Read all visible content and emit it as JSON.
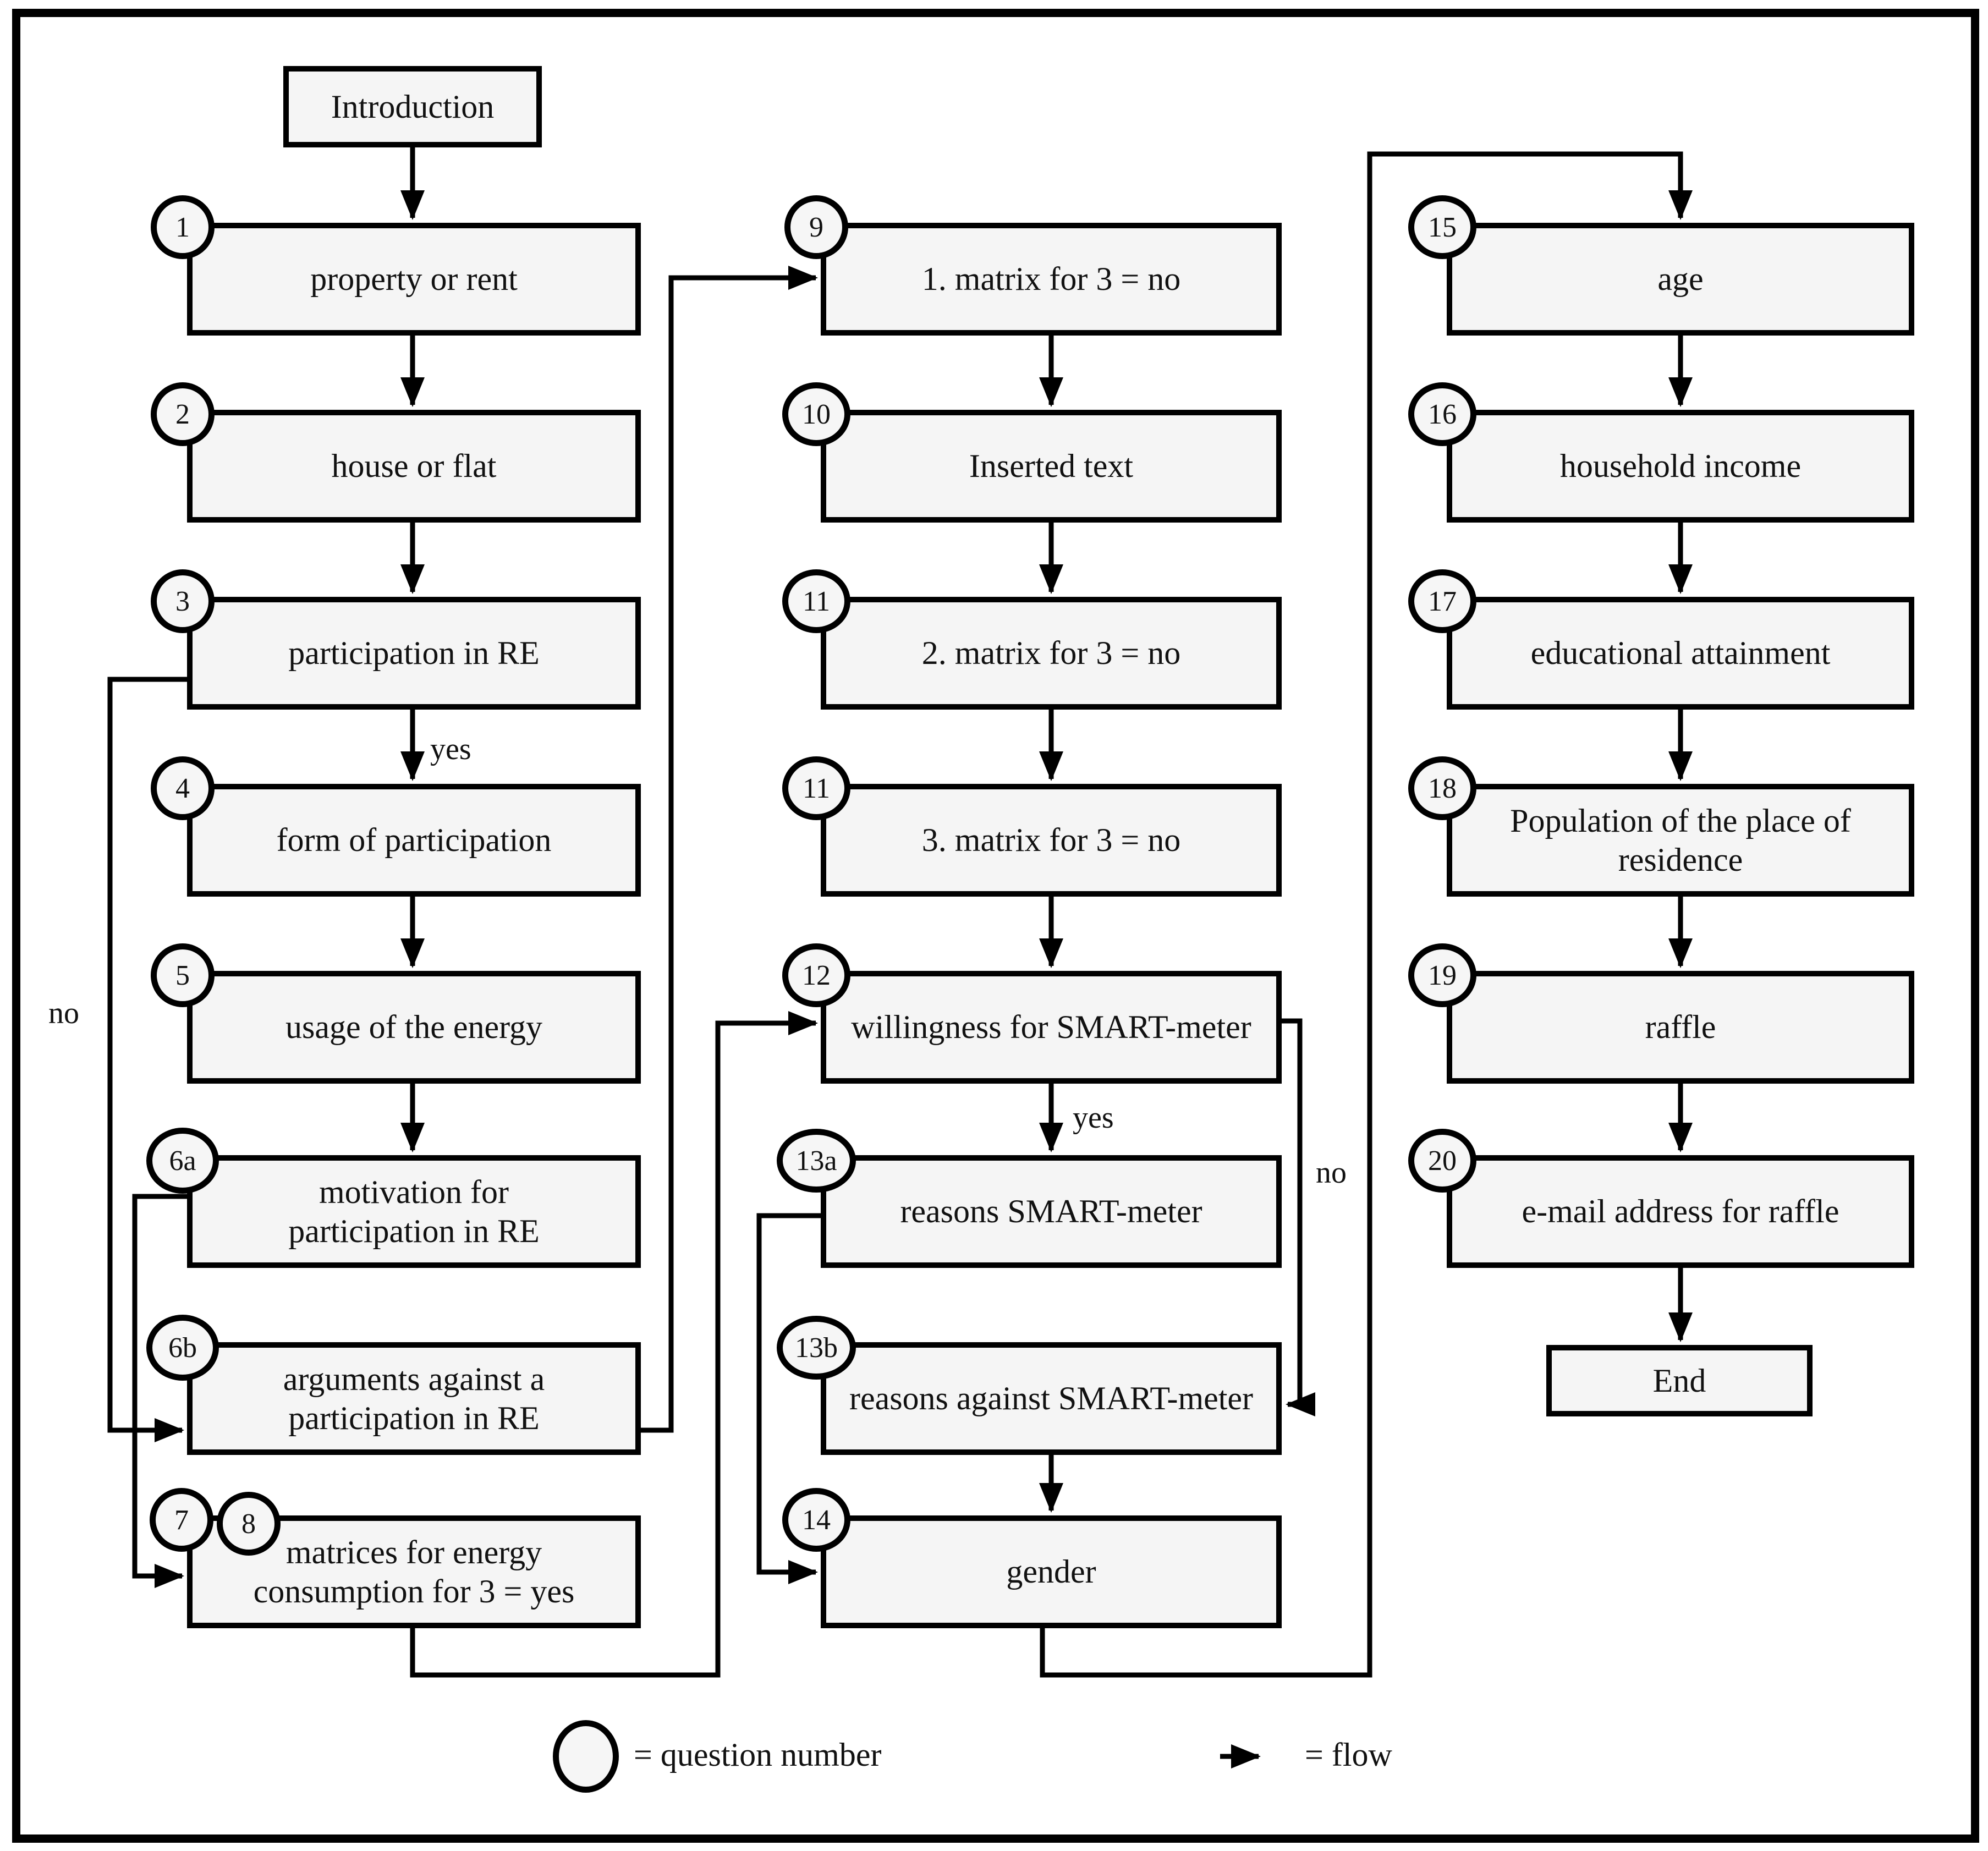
{
  "nodes": {
    "intro": {
      "label": "Introduction"
    },
    "q1": {
      "number": "1",
      "label": "property or rent"
    },
    "q2": {
      "number": "2",
      "label": "house or flat"
    },
    "q3": {
      "number": "3",
      "label": "participation in RE"
    },
    "q4": {
      "number": "4",
      "label": "form of participation"
    },
    "q5": {
      "number": "5",
      "label": "usage of the energy"
    },
    "q6a": {
      "number": "6a",
      "label": "motivation  for\nparticipation in RE"
    },
    "q6b": {
      "number": "6b",
      "label": "arguments against a\nparticipation in RE"
    },
    "q78": {
      "number7": "7",
      "number8": "8",
      "label": "matrices for energy\nconsumption for 3 = yes"
    },
    "q9": {
      "number": "9",
      "label": "1. matrix for 3 = no"
    },
    "q10": {
      "number": "10",
      "label": "Inserted text"
    },
    "q11a": {
      "number": "11",
      "label": "2. matrix for 3 = no"
    },
    "q11b": {
      "number": "11",
      "label": "3. matrix for 3 = no"
    },
    "q12": {
      "number": "12",
      "label": "willingness for SMART-meter"
    },
    "q13a": {
      "number": "13a",
      "label": "reasons SMART-meter"
    },
    "q13b": {
      "number": "13b",
      "label": "reasons against SMART-meter"
    },
    "q14": {
      "number": "14",
      "label": "gender"
    },
    "q15": {
      "number": "15",
      "label": "age"
    },
    "q16": {
      "number": "16",
      "label": "household income"
    },
    "q17": {
      "number": "17",
      "label": "educational attainment"
    },
    "q18": {
      "number": "18",
      "label": "Population of the place of\nresidence"
    },
    "q19": {
      "number": "19",
      "label": "raffle"
    },
    "q20": {
      "number": "20",
      "label": "e-mail address for raffle"
    },
    "end": {
      "label": "End"
    }
  },
  "edge_labels": {
    "q3_yes": "yes",
    "q3_no": "no",
    "q12_yes": "yes",
    "q12_no": "no"
  },
  "legend": {
    "circle_label": "= question number",
    "flow_label": "= flow"
  },
  "colors": {
    "line": "#000000",
    "box_fill": "#f5f5f5",
    "background": "#ffffff",
    "text": "#111111"
  }
}
